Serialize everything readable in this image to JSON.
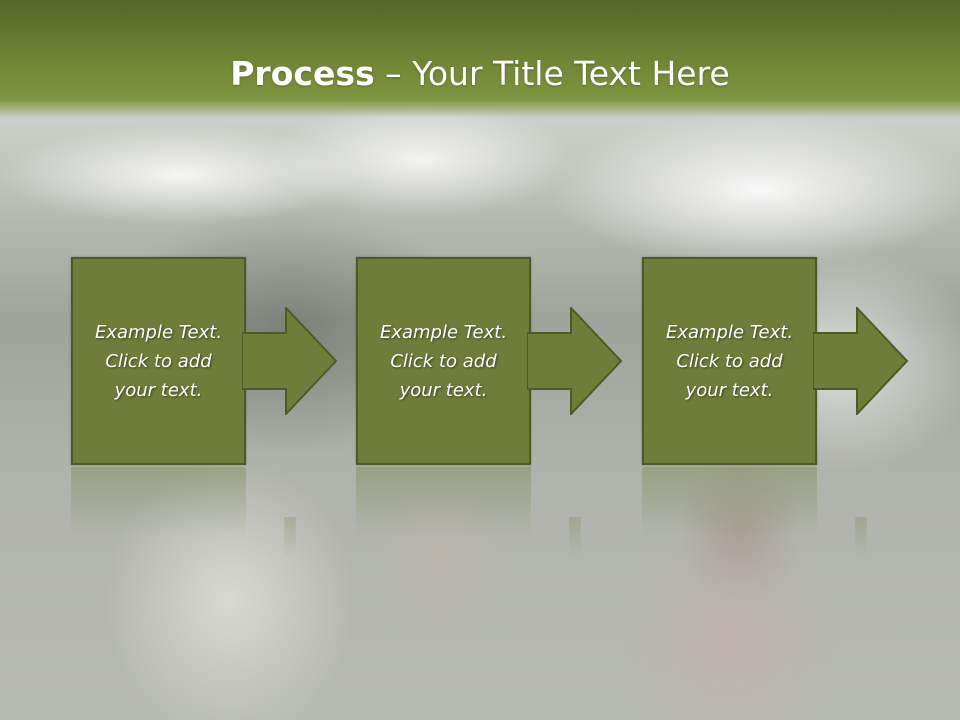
{
  "title": {
    "bold": "Process",
    "separator": " – ",
    "rest": "Your Title Text Here"
  },
  "steps": [
    {
      "lines": [
        "Example Text.",
        "Click  to add",
        "your text."
      ]
    },
    {
      "lines": [
        "Example Text.",
        "Click  to add",
        "your text."
      ]
    },
    {
      "lines": [
        "Example Text.",
        "Click  to add",
        "your text."
      ]
    }
  ],
  "colors": {
    "header": "#6f8535",
    "box_fill": "#6e7e3a",
    "box_border": "#4d5a26",
    "text": "#ffffff"
  },
  "icons": [
    "arrow-right-icon",
    "arrow-right-icon",
    "arrow-right-icon"
  ]
}
